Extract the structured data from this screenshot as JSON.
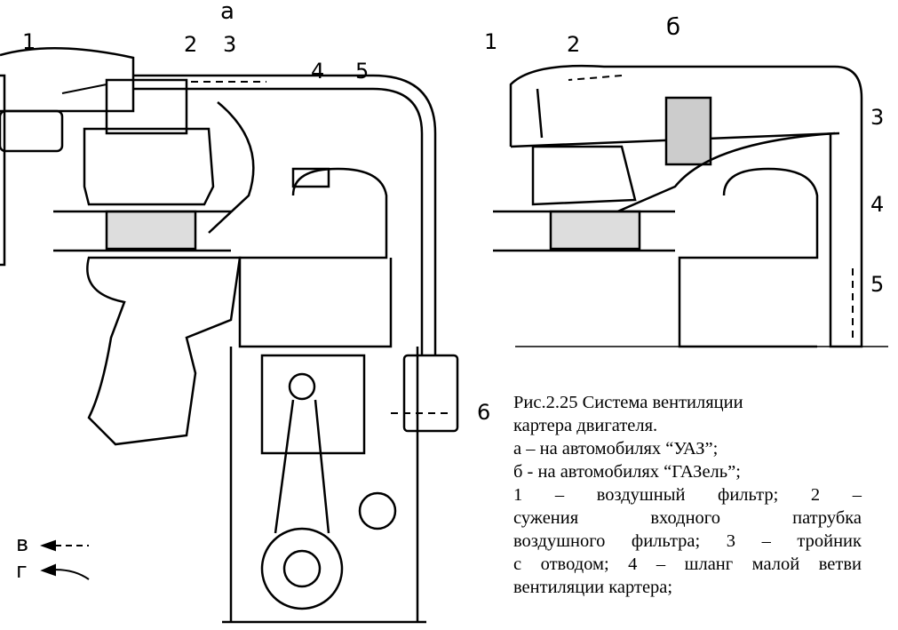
{
  "figure": {
    "panel_a_label": "а",
    "panel_b_label": "б",
    "panel_a_callouts": [
      "1",
      "2",
      "3",
      "4",
      "5",
      "6"
    ],
    "panel_b_callouts": [
      "1",
      "2",
      "3",
      "4",
      "5"
    ],
    "legend": [
      {
        "key": "в",
        "arrow": "dashed-arrow"
      },
      {
        "key": "г",
        "arrow": "solid-curved-arrow"
      }
    ]
  },
  "caption": {
    "lines": [
      "Рис.2.25 Система вентиляции",
      "картера двигателя.",
      "а – на автомобилях “УАЗ”;",
      "б - на автомобилях “ГАЗель”;",
      "1 – воздушный фильтр;  2 –",
      "сужения входного патрубка",
      "воздушного фильтра; 3 – тройник",
      "с отводом; 4 – шланг малой ветви",
      "вентиляции картера;"
    ]
  }
}
